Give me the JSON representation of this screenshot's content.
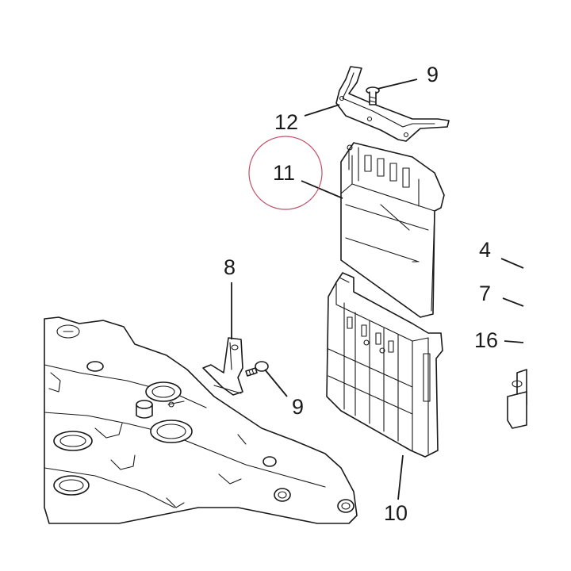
{
  "callouts": {
    "c9_top": "9",
    "c12": "12",
    "c11": "11",
    "c4": "4",
    "c7": "7",
    "c16": "16",
    "c8": "8",
    "c9_bottom": "9",
    "c10": "10"
  },
  "highlight_color": "#c0506a",
  "line_color": "#1a1a1a"
}
